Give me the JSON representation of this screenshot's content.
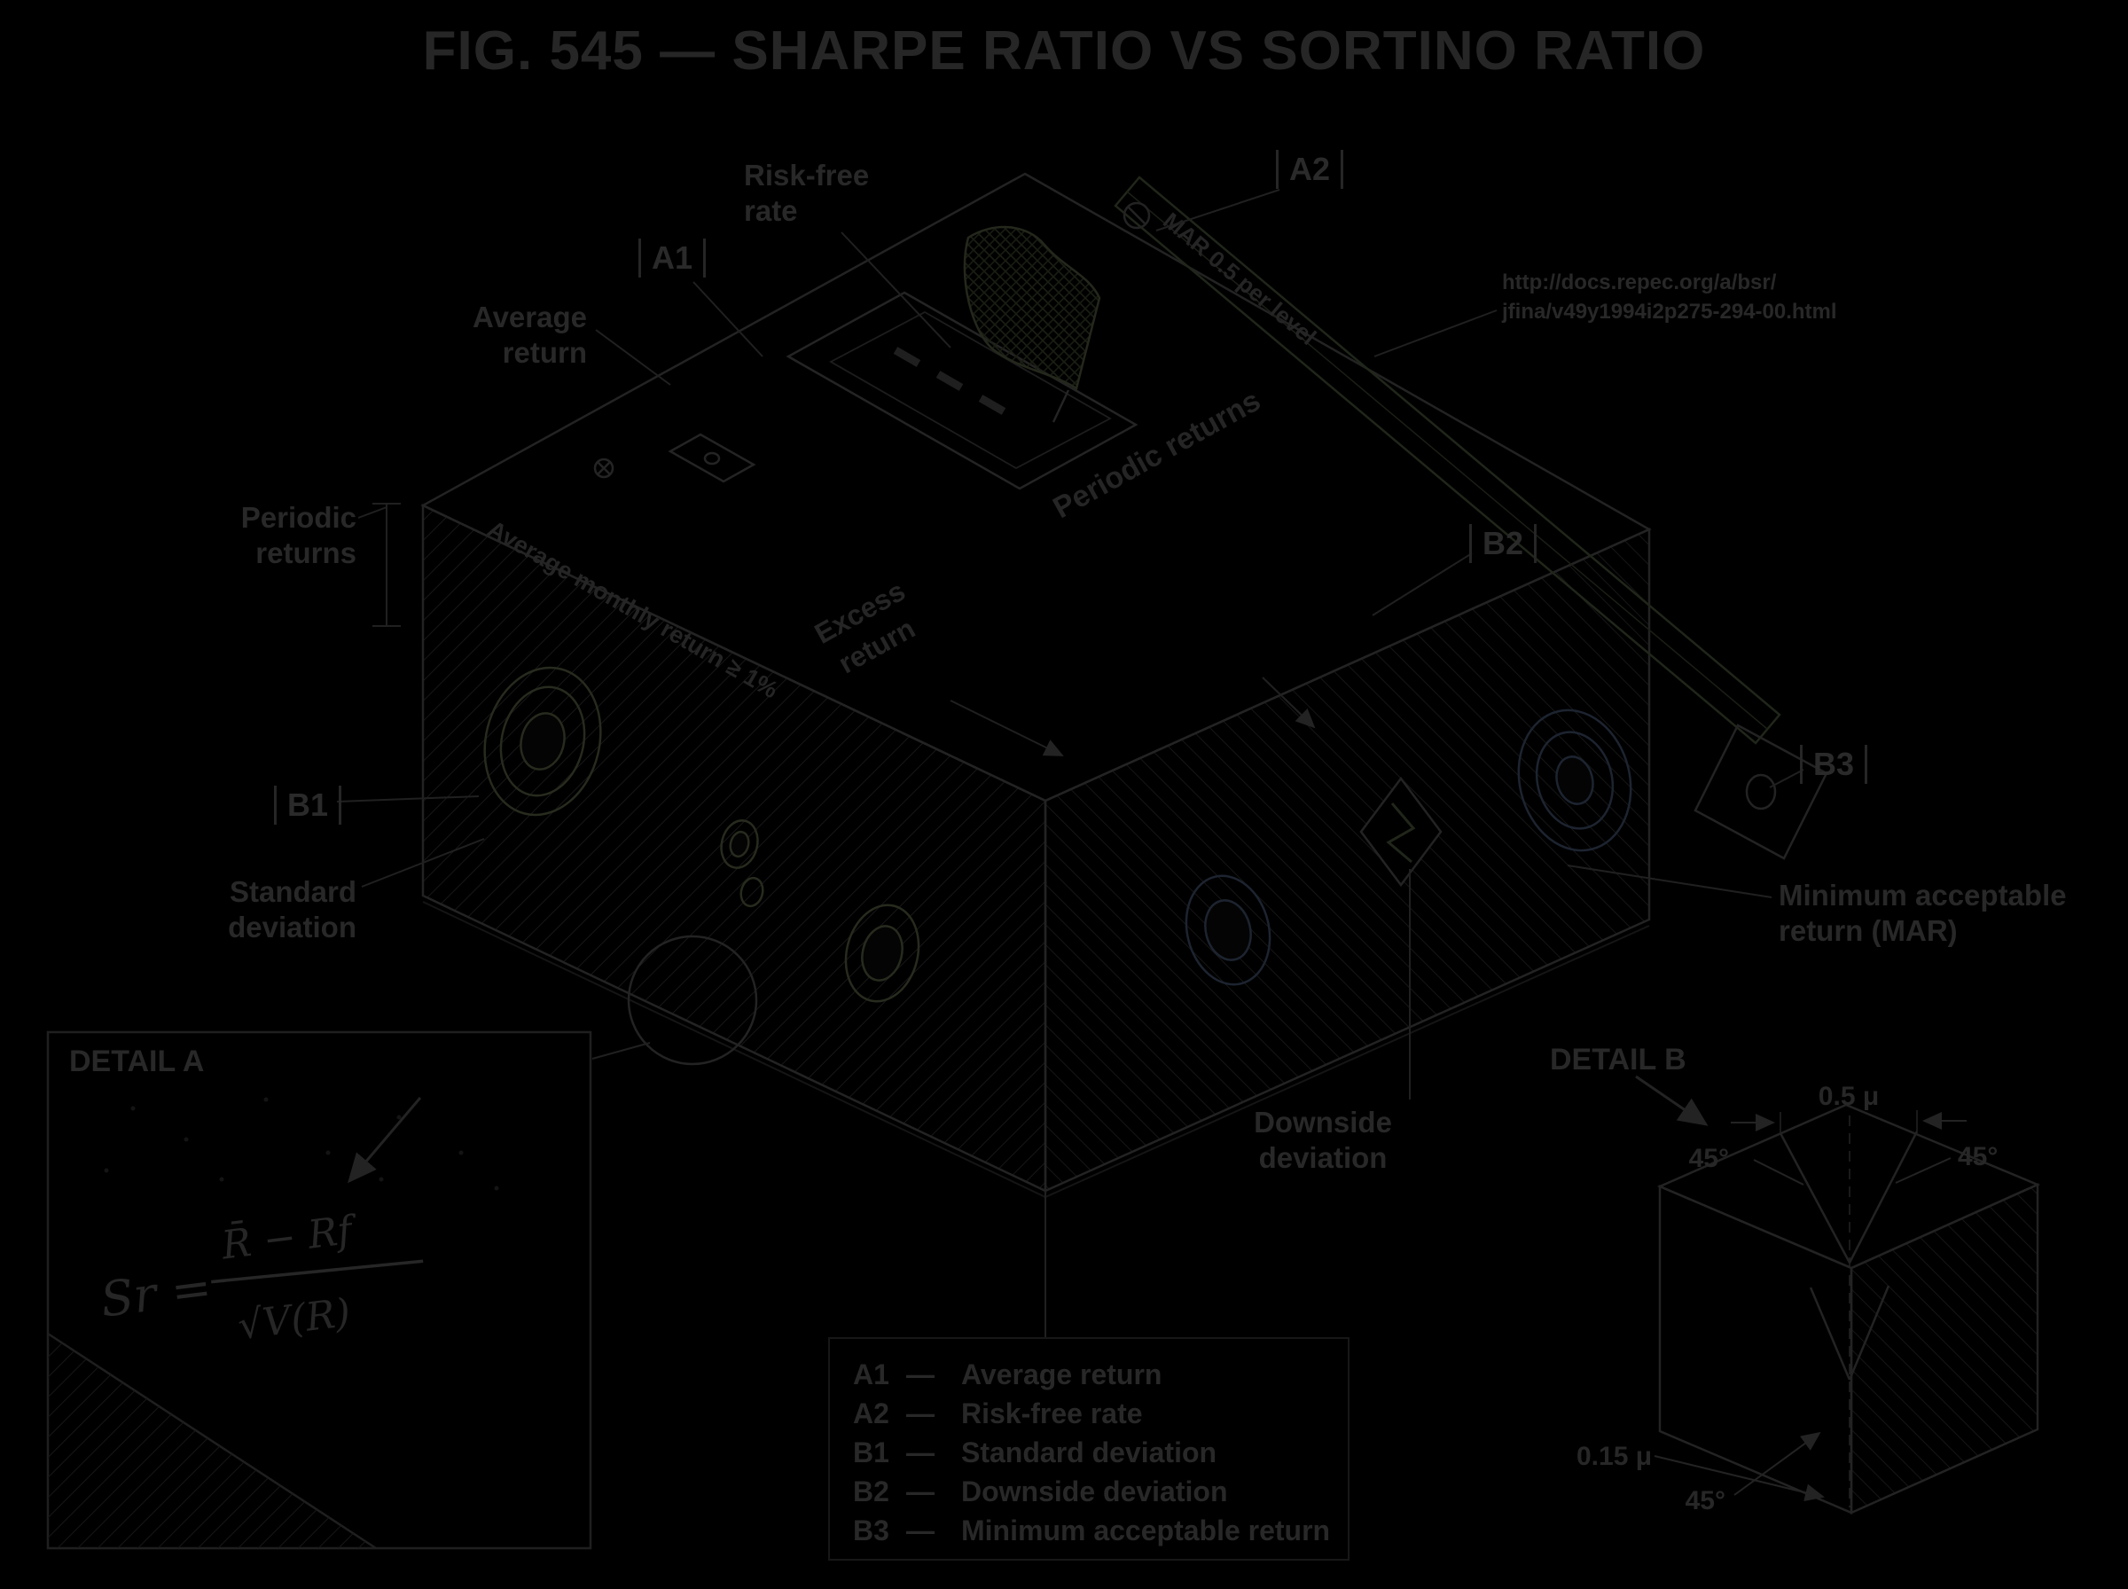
{
  "title": "FIG. 545 — SHARPE RATIO VS SORTINO RATIO",
  "colors": {
    "background": "#000000",
    "ink": "#272727",
    "line": "#202020",
    "hatch": "#181818"
  },
  "callouts": {
    "risk_free_rate": {
      "line1": "Risk-free",
      "line2": "rate"
    },
    "average_return": {
      "line1": "Average",
      "line2": "return"
    },
    "periodic_returns": {
      "line1": "Periodic",
      "line2": "returns"
    },
    "standard_deviation": {
      "line1": "Standard",
      "line2": "deviation"
    },
    "minimum_acceptable_return": {
      "line1": "Minimum acceptable",
      "line2": "return (MAR)"
    },
    "downside_deviation": {
      "line1": "Downside",
      "line2": "deviation"
    },
    "reference_url": {
      "line1": "http://docs.repec.org/a/bsr/",
      "line2": "jfina/v49y1994i2p275-294-00.html"
    }
  },
  "ref_labels": {
    "a1": "A1",
    "a2": "A2",
    "b1": "B1",
    "b2": "B2",
    "b3": "B3"
  },
  "block_text": {
    "top_face": "Periodic returns",
    "excess_line1": "Excess",
    "excess_line2": "return",
    "left_face": "Average monthly return ≥ 1%",
    "rail": "MAR 0.5 per level"
  },
  "detail_a": {
    "title": "DETAIL A",
    "formula_lhs": "Sr =",
    "formula_numerator": "R̄ − Rf",
    "formula_denominator": "√V(R)"
  },
  "detail_b": {
    "title": "DETAIL B",
    "dim_top": "0.5 μ",
    "angle_left": "45°",
    "angle_right": "45°",
    "dim_bottom": "0.15 μ",
    "angle_bottom": "45°"
  },
  "legend": {
    "separator": "—",
    "items": [
      {
        "key": "A1",
        "label": "Average return"
      },
      {
        "key": "A2",
        "label": "Risk-free rate"
      },
      {
        "key": "B1",
        "label": "Standard deviation"
      },
      {
        "key": "B2",
        "label": "Downside deviation"
      },
      {
        "key": "B3",
        "label": "Minimum acceptable return"
      }
    ]
  }
}
